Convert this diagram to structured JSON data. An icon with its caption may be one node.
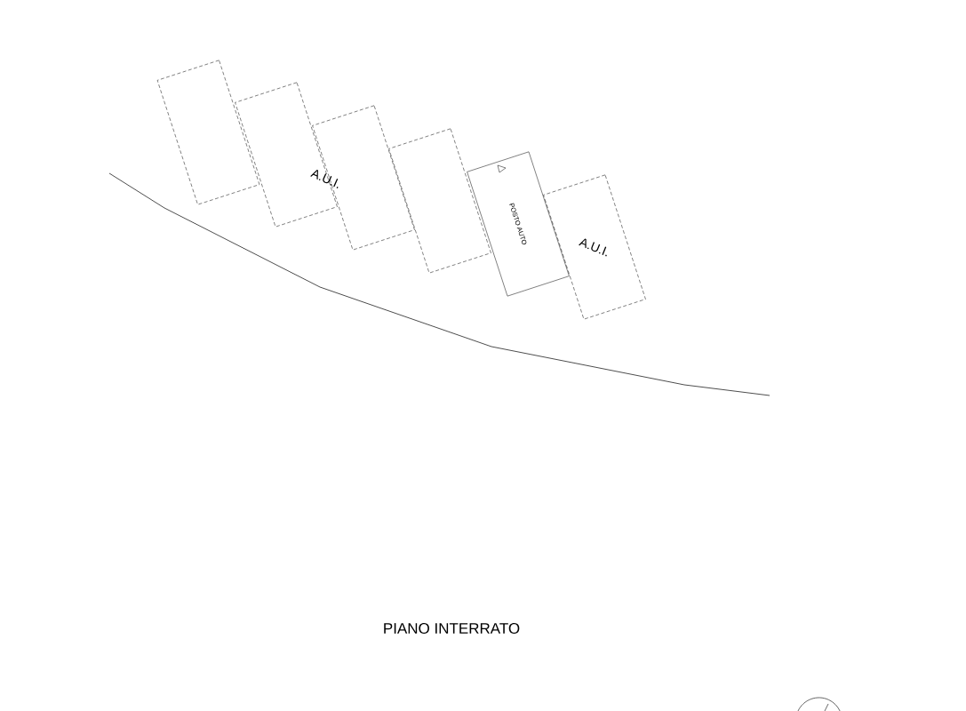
{
  "diagram": {
    "caption": "PIANO INTERRATO",
    "nodes": [
      {
        "text": [],
        "shape": "box"
      },
      {
        "text": [],
        "shape": "box"
      },
      {
        "text": [],
        "shape": "box"
      },
      {
        "text": [],
        "shape": "box"
      },
      {
        "text": [
          "POSTO AUTO"
        ]
      },
      {
        "text": [
          "A.U.I."
        ]
      }
    ],
    "labels": [
      "A.U.I."
    ]
  }
}
